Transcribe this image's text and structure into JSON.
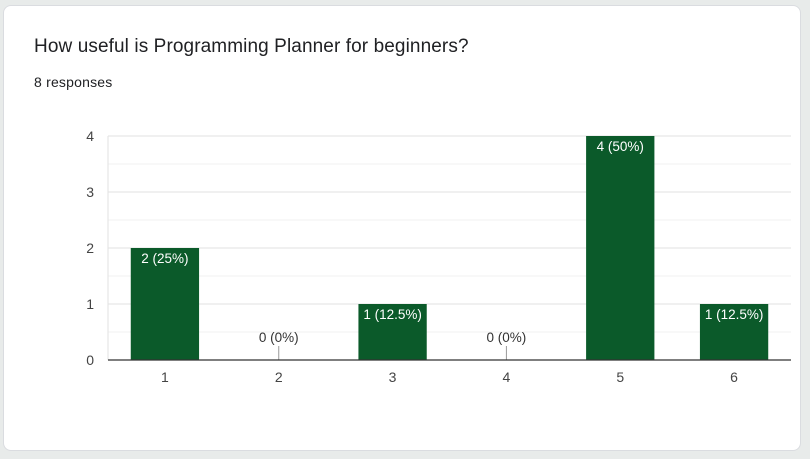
{
  "question": {
    "title": "How useful is Programming Planner for beginners?",
    "responses": "8 responses"
  },
  "colors": {
    "bar": "#0b5a2a",
    "grid": "#e6e6e6",
    "axis": "#333333",
    "tick_text": "#444444"
  },
  "chart_data": {
    "type": "bar",
    "categories": [
      "1",
      "2",
      "3",
      "4",
      "5",
      "6"
    ],
    "values": [
      2,
      0,
      1,
      0,
      4,
      1
    ],
    "data_labels": [
      "2 (25%)",
      "0 (0%)",
      "1 (12.5%)",
      "0 (0%)",
      "4 (50%)",
      "1 (12.5%)"
    ],
    "y_ticks": [
      "0",
      "1",
      "2",
      "3",
      "4"
    ],
    "ylim": [
      0,
      4
    ],
    "grid": true,
    "legend": "none",
    "title": "",
    "xlabel": "",
    "ylabel": ""
  }
}
